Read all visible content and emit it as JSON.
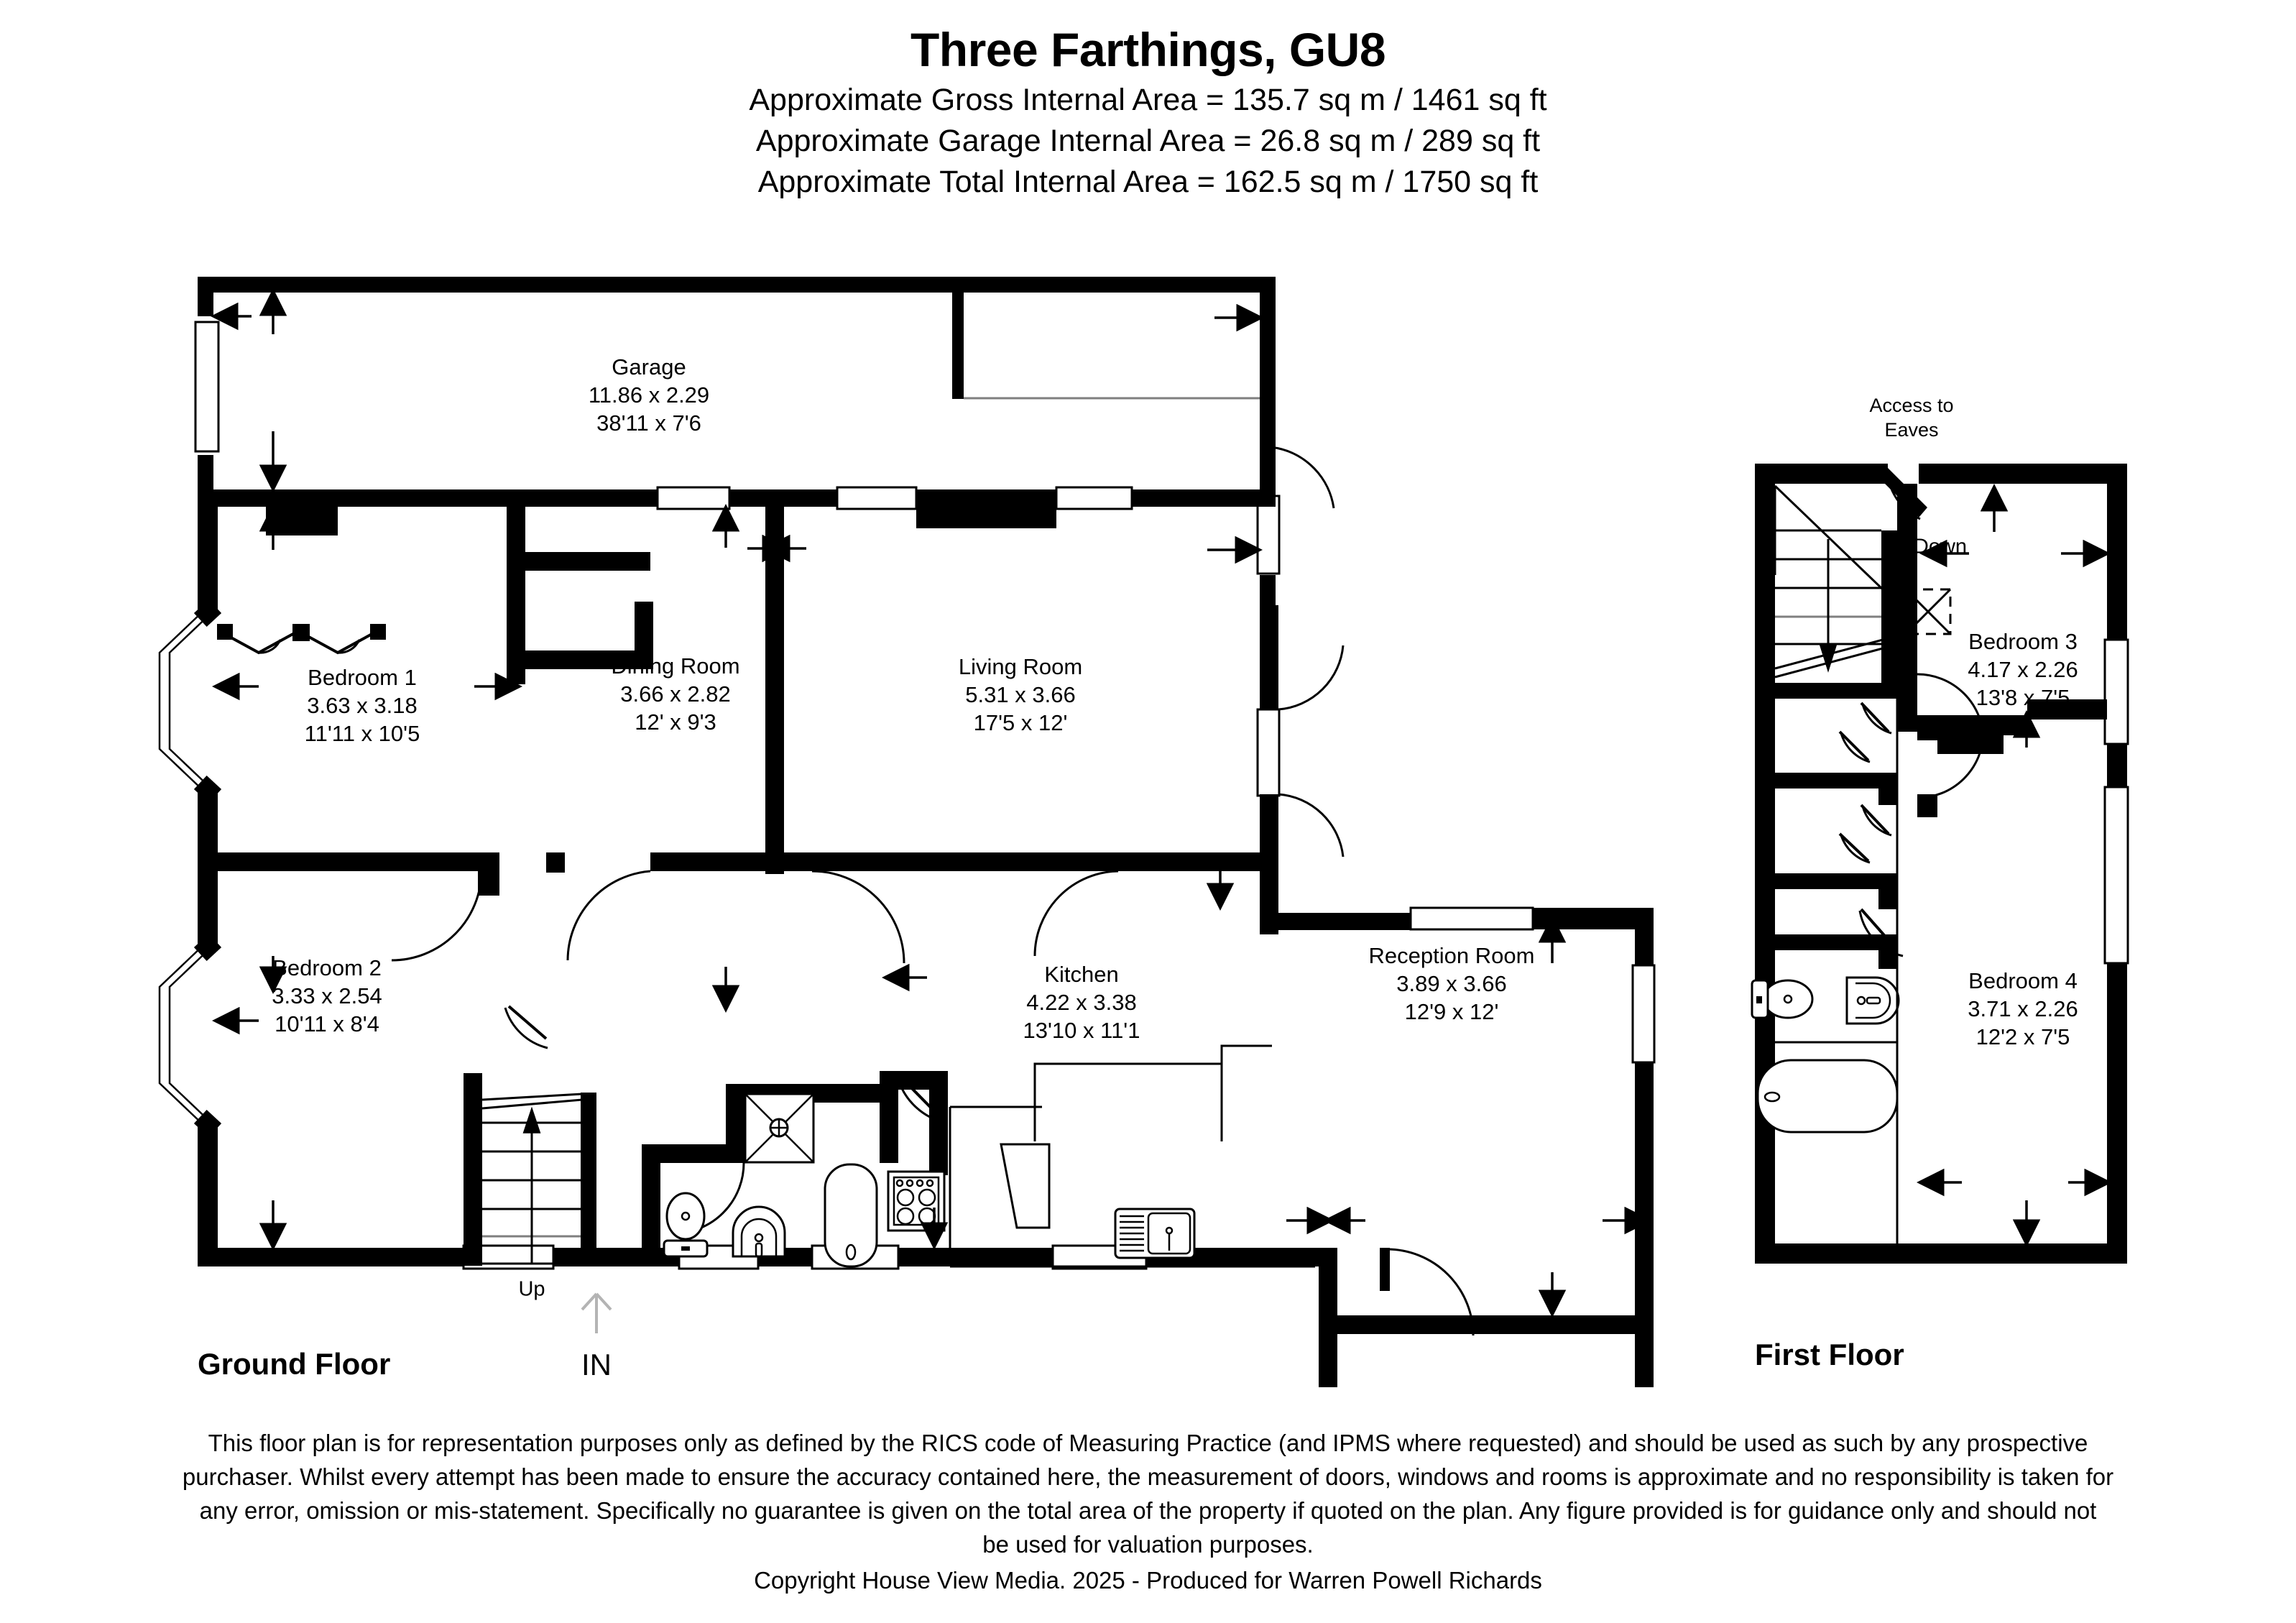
{
  "header": {
    "title": "Three Farthings, GU8",
    "gross_area": "Approximate Gross Internal Area = 135.7 sq m / 1461 sq ft",
    "garage_area": "Approximate Garage Internal Area = 26.8 sq m / 289 sq ft",
    "total_area": "Approximate Total Internal Area = 162.5 sq m / 1750 sq ft"
  },
  "floors": {
    "ground": {
      "title": "Ground Floor",
      "entry_label": "IN"
    },
    "first": {
      "title": "First Floor"
    }
  },
  "rooms": {
    "garage": {
      "name": "Garage",
      "metric": "11.86 x 2.29",
      "imperial": "38'11 x 7'6"
    },
    "bedroom1": {
      "name": "Bedroom 1",
      "metric": "3.63 x 3.18",
      "imperial": "11'11 x 10'5"
    },
    "bedroom2": {
      "name": "Bedroom 2",
      "metric": "3.33 x 2.54",
      "imperial": "10'11 x 8'4"
    },
    "dining": {
      "name": "Dining Room",
      "metric": "3.66 x 2.82",
      "imperial": "12' x 9'3"
    },
    "living": {
      "name": "Living Room",
      "metric": "5.31 x 3.66",
      "imperial": "17'5 x 12'"
    },
    "kitchen": {
      "name": "Kitchen",
      "metric": "4.22 x 3.38",
      "imperial": "13'10 x 11'1"
    },
    "reception": {
      "name": "Reception Room",
      "metric": "3.89 x 3.66",
      "imperial": "12'9 x 12'"
    },
    "bedroom3": {
      "name": "Bedroom 3",
      "metric": "4.17 x 2.26",
      "imperial": "13'8 x 7'5"
    },
    "bedroom4": {
      "name": "Bedroom 4",
      "metric": "3.71 x 2.26",
      "imperial": "12'2 x 7'5"
    }
  },
  "annotations": {
    "access_to_eaves_line1": "Access to",
    "access_to_eaves_line2": "Eaves",
    "stairs_down": "Down",
    "stairs_up": "Up"
  },
  "footer": {
    "line1": "This floor plan is for representation purposes only as defined by the RICS code of Measuring Practice (and IPMS where requested) and should be used as such by any prospective",
    "line2": "purchaser. Whilst every attempt has been made to ensure the accuracy contained here, the measurement of doors, windows and rooms is approximate and no responsibility is taken for",
    "line3": "any error, omission or mis-statement. Specifically no guarantee is given on the total area of the property if quoted on the plan. Any figure provided is for guidance only and should not",
    "line4": "be used for valuation purposes.",
    "copyright": "Copyright House View Media. 2025 - Produced for Warren Powell Richards"
  },
  "colors": {
    "wall": "#000000",
    "background": "#ffffff",
    "fixture_stroke": "#000000",
    "grey_line": "#7f7f7f"
  }
}
